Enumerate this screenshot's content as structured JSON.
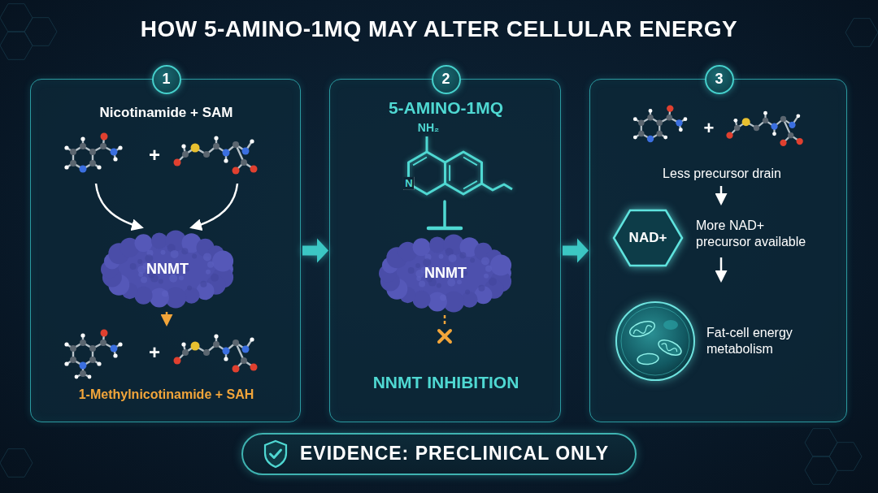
{
  "diagram": {
    "title": "HOW 5-AMINO-1MQ MAY ALTER CELLULAR ENERGY",
    "nodes": [
      {
        "text": [
          "Nicotinamide + SAM",
          "1-Methylnicotinamide + SAH"
        ]
      },
      {
        "text": [
          "1"
        ],
        "in": 0
      },
      {
        "text": [
          "NNMT"
        ],
        "in": 0
      },
      {
        "text": [
          "5-AMINO-1MQ",
          "NNMT INHIBITION"
        ]
      },
      {
        "text": [
          "2"
        ],
        "in": 3
      },
      {
        "text": [
          "NNMT"
        ],
        "in": 3
      },
      {
        "text": [
          "Less precursor drain",
          "More NAD+ precursor available",
          "Fat-cell energy metabolism"
        ]
      },
      {
        "text": [
          "3"
        ],
        "in": 6
      },
      {
        "text": [
          "NAD+"
        ],
        "in": 6
      },
      {
        "text": [
          "EVIDENCE: PRECLINICAL ONLY"
        ]
      }
    ],
    "edges": [
      {
        "from": 0,
        "to": 3,
        "arrow": "to"
      },
      {
        "from": 3,
        "to": 6,
        "arrow": "to"
      }
    ],
    "labels": [
      "+",
      "+",
      "NH₂",
      "N",
      "+"
    ]
  }
}
